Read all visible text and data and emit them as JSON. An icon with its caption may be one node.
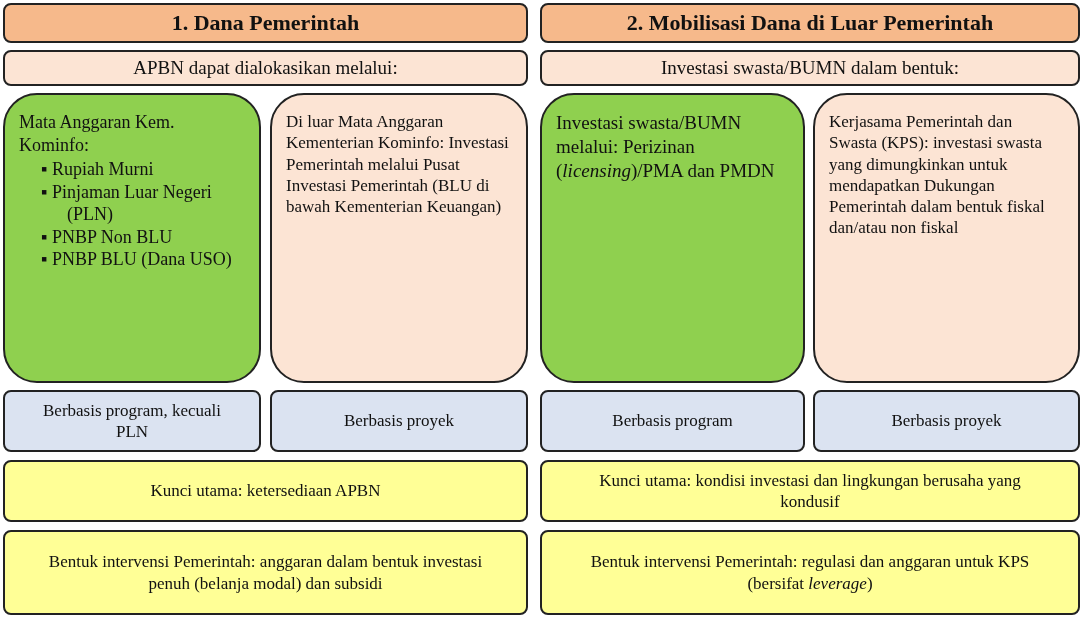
{
  "diagram": {
    "nodes": [
      {
        "text": [
          "1. Dana Pemerintah"
        ]
      },
      {
        "text": [
          "2. Mobilisasi Dana di Luar Pemerintah"
        ]
      },
      {
        "text": [
          "APBN dapat dialokasikan melalui:"
        ]
      },
      {
        "text": [
          "Investasi swasta/BUMN dalam bentuk:"
        ]
      },
      {
        "text": [
          "Mata Anggaran Kem. Kominfo:",
          "▪ Rupiah Murni",
          "▪ Pinjaman Luar Negeri (PLN)",
          "▪ PNBP Non BLU",
          "▪ PNBP BLU (Dana USO)"
        ]
      },
      {
        "text": [
          "Di luar Mata Anggaran Kementerian Kominfo: Investasi Pemerintah melalui Pusat Investasi Pemerintah (BLU di bawah Kementerian Keuangan)"
        ]
      },
      {
        "text": [
          "Investasi swasta/BUMN melalui: Perizinan (*licensing*)/PMA dan PMDN"
        ]
      },
      {
        "text": [
          "Kerjasama Pemerintah dan Swasta (KPS): investasi swasta yang dimungkinkan untuk mendapatkan Dukungan Pemerintah dalam bentuk fiskal dan/atau non fiskal"
        ]
      },
      {
        "text": [
          "Berbasis program, kecuali PLN"
        ]
      },
      {
        "text": [
          "Berbasis proyek"
        ]
      },
      {
        "text": [
          "Berbasis program"
        ]
      },
      {
        "text": [
          "Berbasis proyek"
        ]
      },
      {
        "text": [
          "Kunci utama: ketersediaan APBN"
        ]
      },
      {
        "text": [
          "Kunci utama: kondisi investasi dan lingkungan berusaha yang kondusif"
        ]
      },
      {
        "text": [
          "Bentuk intervensi Pemerintah: anggaran dalam bentuk investasi penuh (belanja modal) dan subsidi"
        ]
      },
      {
        "text": [
          "Bentuk intervensi Pemerintah: regulasi dan anggaran untuk KPS (bersifat *leverage*)"
        ]
      }
    ]
  }
}
